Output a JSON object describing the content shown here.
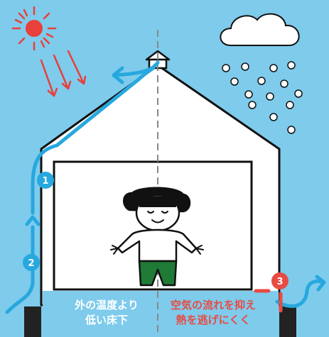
{
  "colors": {
    "sky": "#7ecbec",
    "house": "#ffffff",
    "outline": "#111111",
    "airflow": "#27a8de",
    "sun": "#e8403a",
    "person_pants": "#1f7a35",
    "caption_blue": "#ffffff",
    "caption_red": "#e84b43"
  },
  "labels": {
    "step1": "1",
    "step2": "2",
    "step3": "3",
    "left_caption_line1": "外の温度より",
    "left_caption_line2": "低い床下",
    "right_caption_line1": "空気の流れを抑え",
    "right_caption_line2": "熱を逃げにくく"
  },
  "icons": {
    "sun": "sun-icon",
    "cloud": "cloud-icon",
    "snow": "snowflake-dots",
    "person": "person-figure"
  }
}
